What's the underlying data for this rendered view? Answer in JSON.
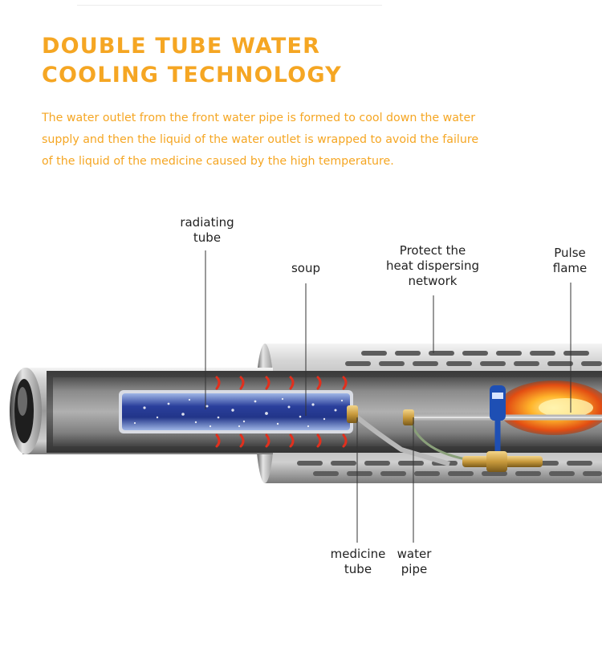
{
  "title": {
    "line1": "DOUBLE TUBE WATER",
    "line2": "COOLING TECHNOLOGY"
  },
  "description": {
    "line1": "The water outlet from the front water pipe is formed to cool down the water",
    "line2": "supply and then the liquid of the water outlet is wrapped to avoid the failure",
    "line3": "of the liquid of the medicine caused by the high temperature."
  },
  "labels": {
    "radiating_tube": {
      "line1": "radiating",
      "line2": "tube"
    },
    "soup": {
      "line1": "soup"
    },
    "protect_network": {
      "line1": "Protect the",
      "line2": "heat dispersing",
      "line3": "network"
    },
    "pulse_flame": {
      "line1": "Pulse",
      "line2": "flame"
    },
    "medicine_tube": {
      "line1": "medicine",
      "line2": "tube"
    },
    "water_pipe": {
      "line1": "water",
      "line2": "pipe"
    }
  },
  "colors": {
    "accent": "#f5a623",
    "label_text": "#222222",
    "steel": "#c8c8c8",
    "flame": "#e8501c",
    "valve_blue": "#1e4fb4",
    "brass": "#c89a3c"
  }
}
